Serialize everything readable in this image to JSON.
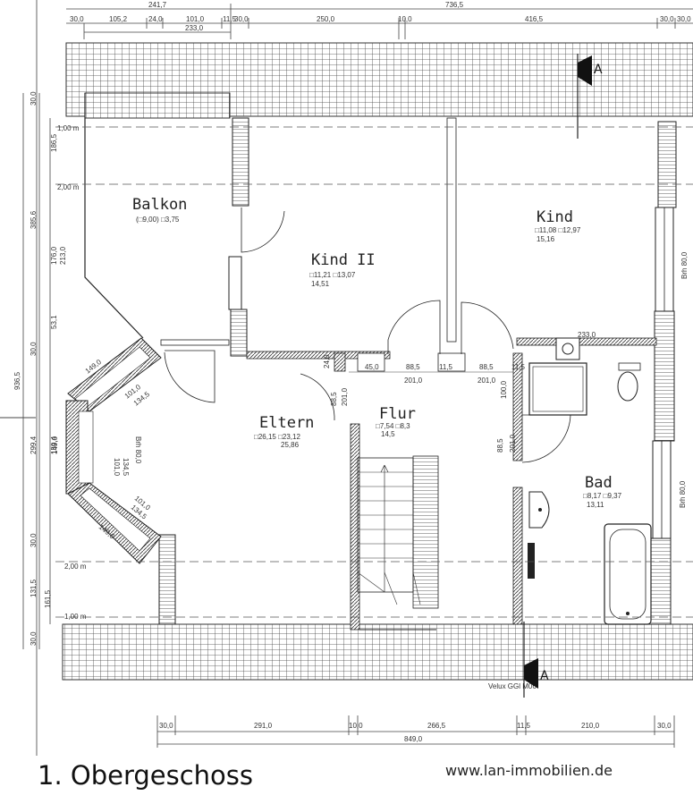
{
  "floor_title": "1. Obergeschoss",
  "website": "www.lan-immobilien.de",
  "rooms": {
    "balkon": {
      "name": "Balkon",
      "areas": "(□9,00) □3,75"
    },
    "kind_ii": {
      "name": "Kind II",
      "areas": "□11,21  □13,07",
      "total": "14,51"
    },
    "kind": {
      "name": "Kind",
      "areas": "□11,08  □12,97",
      "total": "15,16"
    },
    "eltern": {
      "name": "Eltern",
      "areas": "□26,15  □23,12",
      "total": "25,86"
    },
    "flur": {
      "name": "Flur",
      "areas": "□7,54  □8,3",
      "total": "14,5"
    },
    "bad": {
      "name": "Bad",
      "areas": "□8,17  □9,37",
      "total": "13,11"
    }
  },
  "top_dims": {
    "overall_left": "241,7",
    "overall_total": "736,5",
    "segments": [
      "30,0",
      "105,2",
      "24,0",
      "101,0",
      "11,5",
      "30,0",
      "250,0",
      "10,0",
      "416,5",
      "30,0",
      "30,0"
    ],
    "sub": "233,0"
  },
  "bottom_dims": {
    "segments": [
      "30,0",
      "291,0",
      "10,0",
      "266,5",
      "11,5",
      "210,0",
      "30,0"
    ],
    "total": "849,0"
  },
  "left_dims": {
    "overall": "936,5",
    "items": [
      "30,0",
      "186,5",
      "385,6",
      "176,0",
      "213,0",
      "53,1",
      "30,0",
      "299,4",
      "159,4",
      "30,0",
      "131,5",
      "161,5",
      "30,0"
    ]
  },
  "height_marks": [
    "1,00 m",
    "2,00 m",
    "2,00 m",
    "1,00 m"
  ],
  "interior_dims": [
    "24,0",
    "45,0",
    "88,5",
    "11,5",
    "88,5",
    "11,5",
    "201,0",
    "201,0",
    "88,5",
    "201,0",
    "233,0",
    "100,0",
    "88,5",
    "201,0"
  ],
  "window_labels": [
    "149,0",
    "101,0",
    "134,5",
    "101,0",
    "134,5",
    "101,0",
    "134,5",
    "149,0",
    "149,0",
    "Brh 80,0"
  ],
  "right_labels": [
    "Brh 80,0",
    "Brh 80,0"
  ],
  "section_marker": "A",
  "velux": "Velux GGl M06"
}
